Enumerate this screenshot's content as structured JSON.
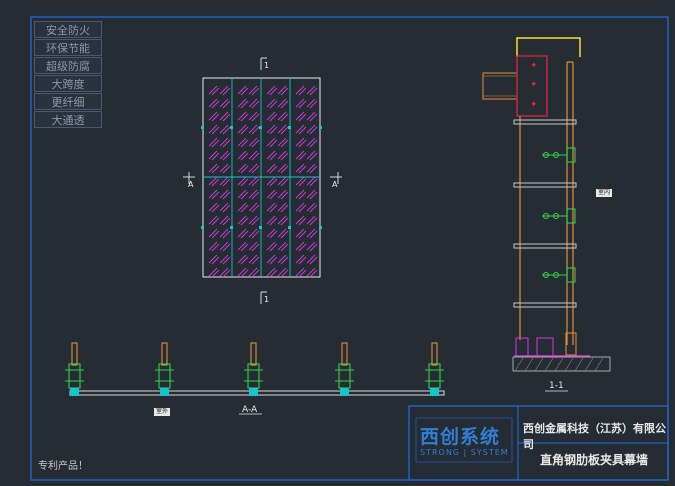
{
  "features": [
    "安全防火",
    "环保节能",
    "超级防腐",
    "大跨度",
    "更纤细",
    "大通透"
  ],
  "section_marks": {
    "top": "1",
    "bottom": "1",
    "left": "A",
    "right": "A"
  },
  "section_titles": {
    "aa": "A-A",
    "one": "1-1"
  },
  "tags": {
    "side": "室内",
    "plan": "室外"
  },
  "title_block": {
    "logo_cn": "西创系统",
    "logo_en": "STRONG | SYSTEM",
    "company": "西创金属科技（江苏）有限公司",
    "product_title": "直角钢肋板夹具幕墙"
  },
  "patent_note": "专利产品！",
  "colors": {
    "background": "#262c34",
    "frame": "#1f6fe0",
    "glass_hatch": "#d33ad8",
    "mullion": "#16c5c8",
    "bracket": "#33d14a",
    "steel": "#e0903a",
    "accent_red": "#e0243a",
    "yellow": "#f5e22a"
  }
}
